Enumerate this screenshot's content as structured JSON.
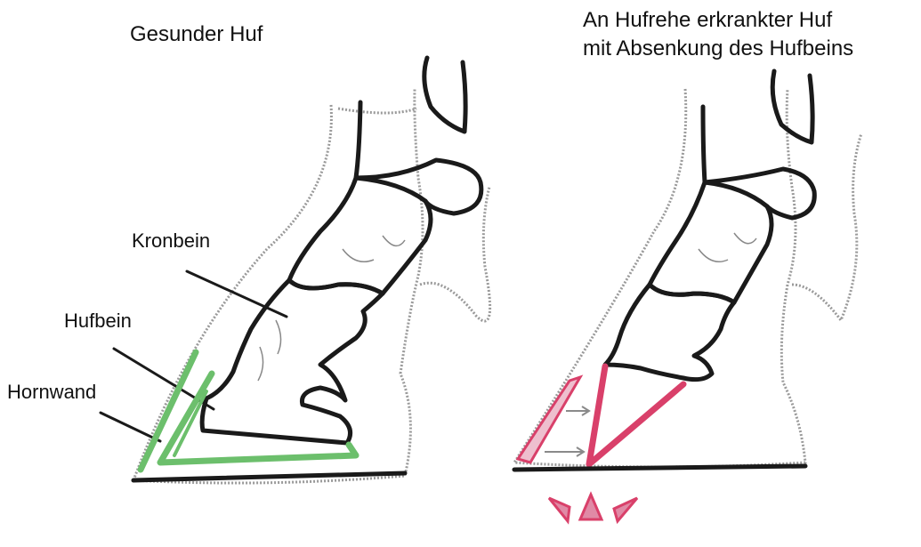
{
  "left_title": "Gesunder Huf",
  "right_title_line1": "An Hufrehe erkrankter Huf",
  "right_title_line2": "mit Absenkung des Hufbeins",
  "labels": {
    "kronbein": "Kronbein",
    "hufbein": "Hufbein",
    "hornwand": "Hornwand"
  },
  "colors": {
    "healthy_wall": "#6cbf6c",
    "laminitis_red": "#d9406a",
    "laminitis_pink": "#e08aa6"
  }
}
